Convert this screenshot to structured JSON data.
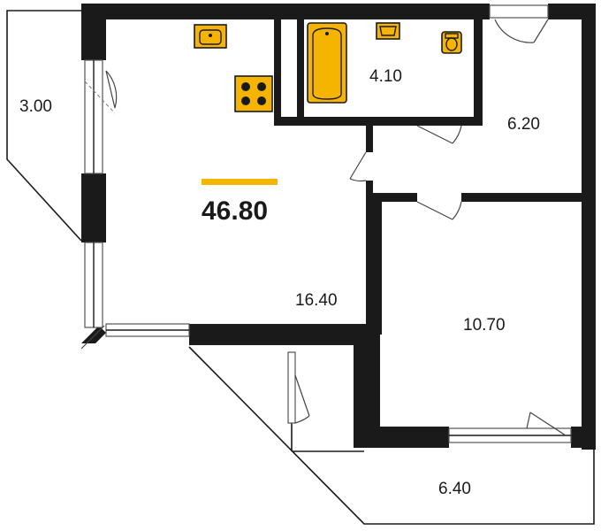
{
  "total_area": "46.80",
  "accent_color": "#f5b400",
  "rooms": [
    {
      "id": "balcony-left",
      "area": "3.00"
    },
    {
      "id": "living-room",
      "area": "16.40"
    },
    {
      "id": "bathroom",
      "area": "4.10"
    },
    {
      "id": "hallway",
      "area": "6.20"
    },
    {
      "id": "bedroom",
      "area": "10.70"
    },
    {
      "id": "loggia-bottom",
      "area": "6.40"
    }
  ],
  "fixtures": [
    "sink",
    "stove",
    "bathtub",
    "washbasin",
    "toilet"
  ]
}
